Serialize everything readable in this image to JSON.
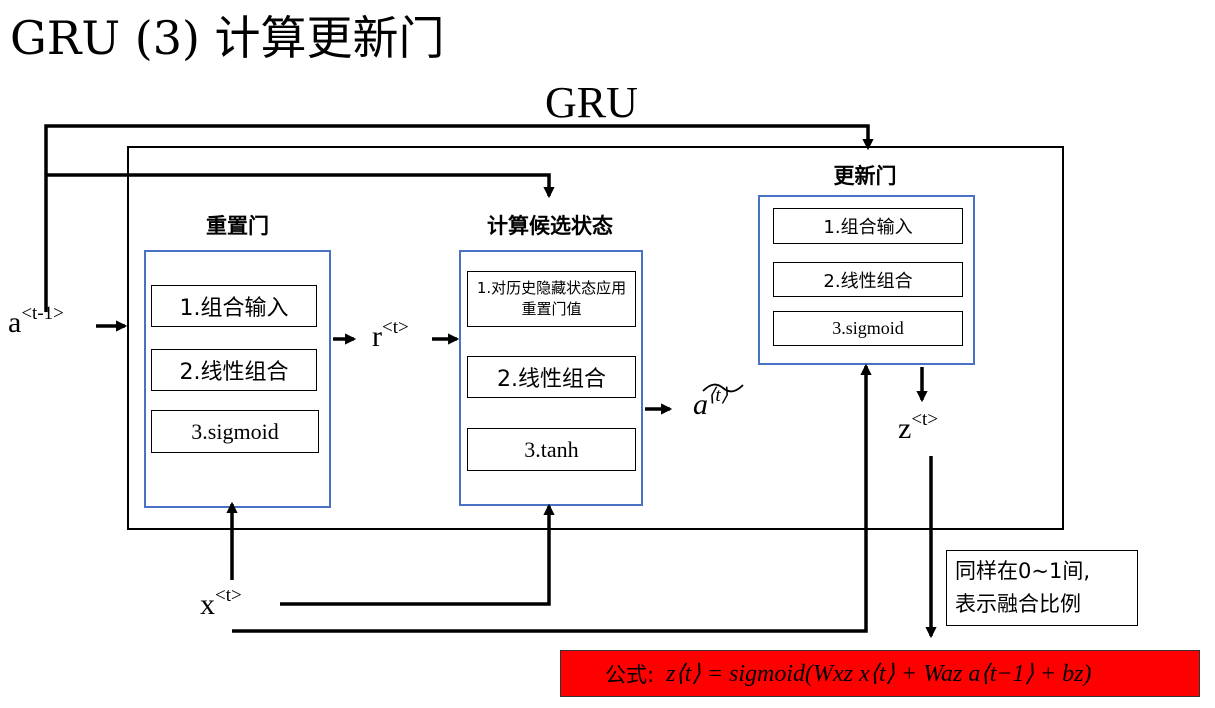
{
  "title": "GRU (3) 计算更新门",
  "subtitle": "GRU",
  "reset_gate": {
    "title": "重置门",
    "steps": [
      "1.组合输入",
      "2.线性组合",
      "3.sigmoid"
    ]
  },
  "candidate": {
    "title": "计算候选状态",
    "steps": [
      "1.对历史隐藏状态应用重置门值",
      "2.线性组合",
      "3.tanh"
    ]
  },
  "update_gate": {
    "title": "更新门",
    "steps": [
      "1.组合输入",
      "2.线性组合",
      "3.sigmoid"
    ]
  },
  "labels": {
    "a_prev": {
      "base": "a",
      "sup": "<t-1>"
    },
    "r_t": {
      "base": "r",
      "sup": "<t>"
    },
    "x_t": {
      "base": "x",
      "sup": "<t>"
    },
    "z_t": {
      "base": "z",
      "sup": "<t>"
    },
    "a_tilde": {
      "base": "a",
      "sup": "⟨t⟩"
    }
  },
  "note": {
    "line1": "同样在0~1间,",
    "line2": "表示融合比例"
  },
  "formula": {
    "prefix": "公式:",
    "expression": "z⟨t⟩ = sigmoid(Wxz x⟨t⟩ + Waz a⟨t−1⟩ + bz)"
  },
  "colors": {
    "gate_border": "#4a72c4",
    "formula_bg": "#ff0000",
    "line": "#000000"
  }
}
